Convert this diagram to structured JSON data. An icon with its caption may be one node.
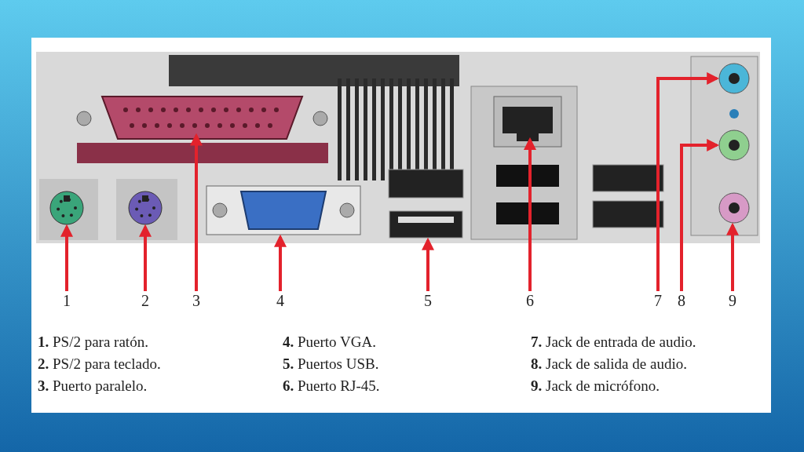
{
  "diagram": {
    "nodes": [
      {
        "text": [
          "1"
        ]
      },
      {
        "text": [
          "2"
        ]
      },
      {
        "text": [
          "3"
        ]
      },
      {
        "text": [
          "4"
        ]
      },
      {
        "text": [
          "5"
        ]
      },
      {
        "text": [
          "6"
        ]
      },
      {
        "text": [
          "7"
        ]
      },
      {
        "text": [
          "8"
        ]
      },
      {
        "text": [
          "9"
        ]
      },
      {
        "text": [],
        "shape": "picture"
      },
      {
        "text": [],
        "shape": "picture"
      },
      {
        "text": [],
        "shape": "picture"
      },
      {
        "text": [],
        "shape": "picture"
      },
      {
        "text": [],
        "shape": "picture"
      },
      {
        "text": [],
        "shape": "picture"
      },
      {
        "text": [],
        "shape": "picture"
      },
      {
        "text": [],
        "shape": "picture"
      },
      {
        "text": [],
        "shape": "picture"
      }
    ],
    "edges": [
      {
        "from": 0,
        "to": 9,
        "arrow": "to"
      },
      {
        "from": 1,
        "to": 10,
        "arrow": "to"
      },
      {
        "from": 2,
        "to": 11,
        "arrow": "to"
      },
      {
        "from": 3,
        "to": 12,
        "arrow": "to"
      },
      {
        "from": 4,
        "to": 13,
        "arrow": "to"
      },
      {
        "from": 5,
        "to": 14,
        "arrow": "to"
      },
      {
        "from": 6,
        "to": 15,
        "arrow": "to"
      },
      {
        "from": 7,
        "to": 16,
        "arrow": "to"
      },
      {
        "from": 8,
        "to": 17,
        "arrow": "to"
      }
    ],
    "labels": [
      "**1.** PS/2 para ratón.",
      "**4.** Puerto VGA.",
      "**7.** Jack de entrada de audio.",
      "**2.** PS/2 para teclado.",
      "**5.** Puertos USB.",
      "**8.** Jack de salida de audio.",
      "**3.** Puerto paralelo.",
      "**6.** Puerto RJ-45.",
      "**9.** Jack de micrófono."
    ]
  }
}
